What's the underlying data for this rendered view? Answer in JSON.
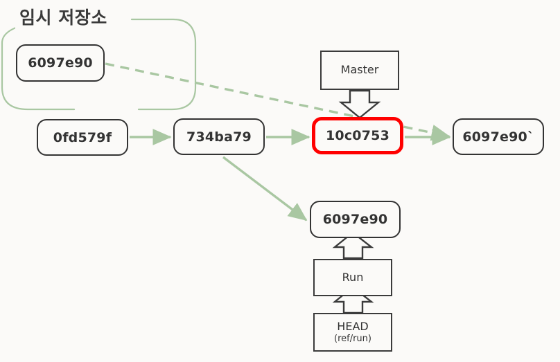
{
  "diagram": {
    "title": "임시 저장소",
    "background_color": "#fbfaf8",
    "edge_color": "#a9c7a2",
    "node_border_color": "#333333",
    "highlight_color": "#ff0000",
    "stash_group": {
      "label": "임시 저장소",
      "border_color": "#a9c7a2"
    },
    "nodes": {
      "stash_commit": "6097e90",
      "commit_1": "0fd579f",
      "commit_2": "734ba79",
      "commit_3": "10c0753",
      "commit_4": "6097e90`",
      "branch_master": "Master",
      "restored_commit": "6097e90",
      "branch_run": "Run",
      "head_main": "HEAD",
      "head_sub": "(ref/run)"
    }
  }
}
